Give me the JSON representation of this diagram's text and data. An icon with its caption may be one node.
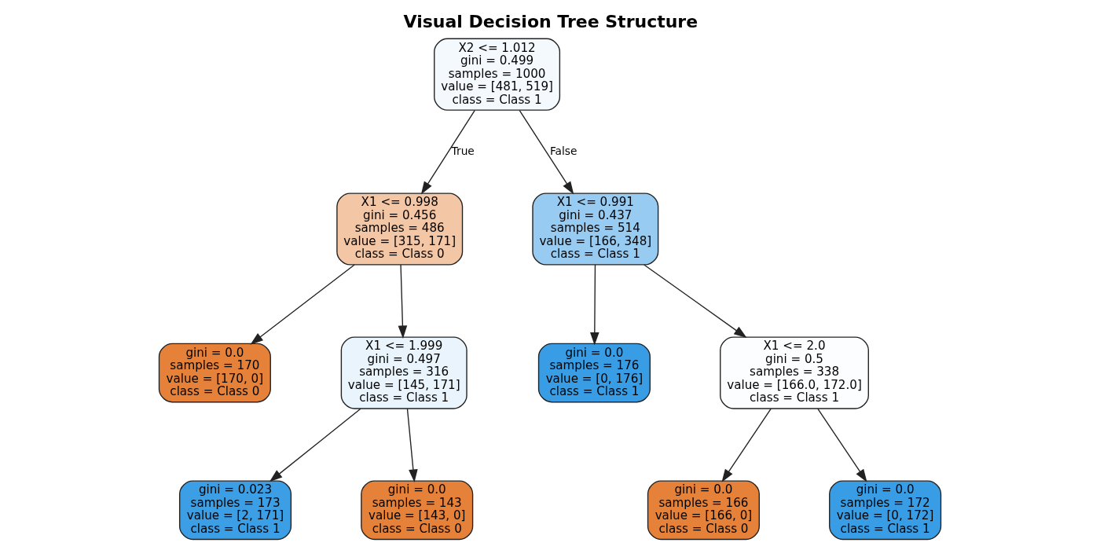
{
  "diagram": {
    "title": "Visual Decision Tree Structure",
    "nodes": [
      {
        "text": [
          "X2 <= 1.012",
          "gini = 0.499",
          "samples = 1000",
          "value = [481, 519]",
          "class = Class 1"
        ]
      },
      {
        "text": [
          "X1 <= 0.998",
          "gini = 0.456",
          "samples = 486",
          "value = [315, 171]",
          "class = Class 0"
        ]
      },
      {
        "text": [
          "X1 <= 0.991",
          "gini = 0.437",
          "samples = 514",
          "value = [166, 348]",
          "class = Class 1"
        ]
      },
      {
        "text": [
          "gini = 0.0",
          "samples = 170",
          "value = [170, 0]",
          "class = Class 0"
        ]
      },
      {
        "text": [
          "X1 <= 1.999",
          "gini = 0.497",
          "samples = 316",
          "value = [145, 171]",
          "class = Class 1"
        ]
      },
      {
        "text": [
          "gini = 0.0",
          "samples = 176",
          "value = [0, 176]",
          "class = Class 1"
        ]
      },
      {
        "text": [
          "X1 <= 2.0",
          "gini = 0.5",
          "samples = 338",
          "value = [166.0, 172.0]",
          "class = Class 1"
        ]
      },
      {
        "text": [
          "gini = 0.023",
          "samples = 173",
          "value = [2, 171]",
          "class = Class 1"
        ]
      },
      {
        "text": [
          "gini = 0.0",
          "samples = 143",
          "value = [143, 0]",
          "class = Class 0"
        ]
      },
      {
        "text": [
          "gini = 0.0",
          "samples = 166",
          "value = [166, 0]",
          "class = Class 0"
        ]
      },
      {
        "text": [
          "gini = 0.0",
          "samples = 172",
          "value = [0, 172]",
          "class = Class 1"
        ]
      }
    ],
    "edges": [
      {
        "from": 0,
        "to": 1,
        "arrow": "to",
        "label": "True"
      },
      {
        "from": 0,
        "to": 2,
        "arrow": "to",
        "label": "False"
      },
      {
        "from": 1,
        "to": 3,
        "arrow": "to"
      },
      {
        "from": 1,
        "to": 4,
        "arrow": "to"
      },
      {
        "from": 2,
        "to": 5,
        "arrow": "to"
      },
      {
        "from": 2,
        "to": 6,
        "arrow": "to"
      },
      {
        "from": 4,
        "to": 7,
        "arrow": "to"
      },
      {
        "from": 4,
        "to": 8,
        "arrow": "to"
      },
      {
        "from": 6,
        "to": 9,
        "arrow": "to"
      },
      {
        "from": 6,
        "to": 10,
        "arrow": "to"
      }
    ]
  }
}
